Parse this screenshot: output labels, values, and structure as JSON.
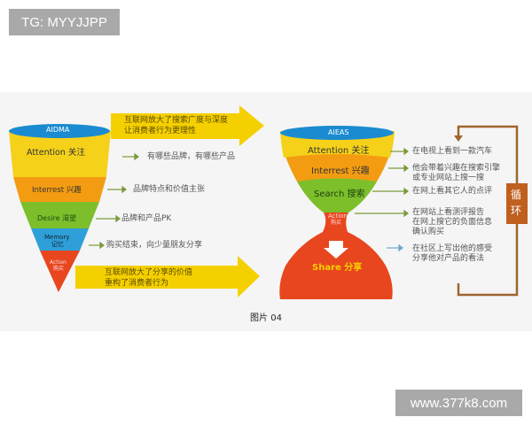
{
  "watermarks": {
    "top": "TG: MYYJJPP",
    "bottom": "www.377k8.com"
  },
  "left_funnel": {
    "title": "AIDMA",
    "stages": [
      {
        "label": "Attention 关注",
        "color": "#f5d11a",
        "note": "有哪些品牌，有哪些产品"
      },
      {
        "label": "Interrest 兴趣",
        "color": "#f39c12",
        "note": "品牌特点和价值主张"
      },
      {
        "label": "Desire 渴望",
        "color": "#7cbf2b",
        "note": "品牌和产品PK"
      },
      {
        "label": "Memory",
        "sub": "记忆",
        "color": "#2e9fd8",
        "note": "购买结束，向少量朋友分享"
      },
      {
        "label": "Action",
        "sub": "购买",
        "color": "#e8461e",
        "note": ""
      }
    ]
  },
  "arrows": {
    "top": [
      "互联网放大了搜索广度与深度",
      "让消费者行为更理性"
    ],
    "bottom": [
      "互联网放大了分享的价值",
      "重构了消费者行为"
    ],
    "color": "#f5d000"
  },
  "right_funnel": {
    "title": "AIEAS",
    "stages": [
      {
        "label": "Attention 关注",
        "color": "#f5d11a"
      },
      {
        "label": "Interrest 兴趣",
        "color": "#f39c12"
      },
      {
        "label": "Search 搜索",
        "color": "#7cbf2b"
      },
      {
        "label": "Action",
        "sub": "购买",
        "color": "#e8461e"
      },
      {
        "label": "Share 分享",
        "color": "#e8461e"
      }
    ],
    "notes": [
      [
        "在电视上看到一款汽车"
      ],
      [
        "他会带着兴趣在搜索引擎",
        "或专业网站上搜一搜"
      ],
      [
        "在网上看其它人的点评"
      ],
      [
        "在网站上看测评报告",
        "在网上搜它的负面信息",
        "确认购买"
      ],
      [
        "在社区上写出他的感受",
        "分享他对产品的看法"
      ]
    ]
  },
  "loop": {
    "label_1": "循",
    "label_2": "环",
    "color": "#c0601f"
  },
  "caption": "图片 04"
}
